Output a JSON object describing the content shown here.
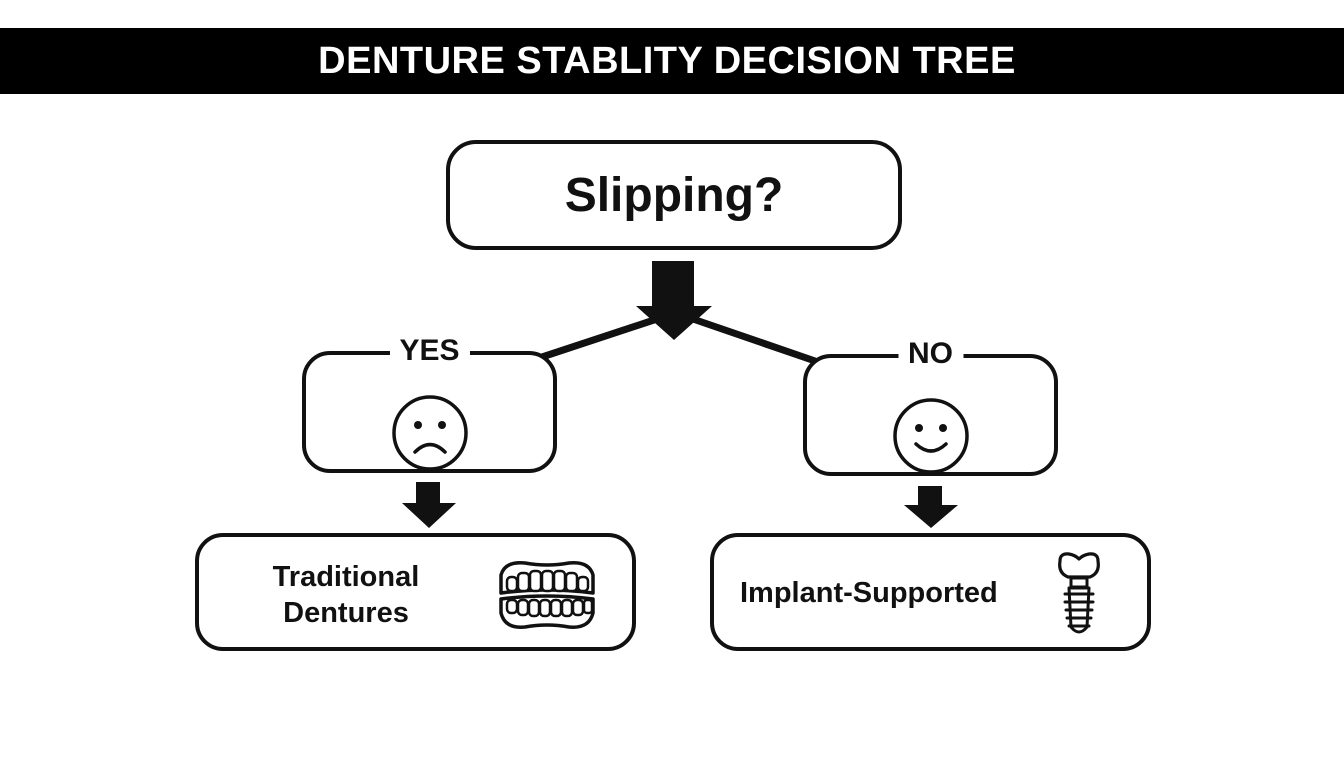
{
  "title": "DENTURE STABLITY DECISION TREE",
  "question": {
    "text": "Slipping?"
  },
  "branches": {
    "yes": {
      "label": "YES",
      "icon": "sad-face-icon"
    },
    "no": {
      "label": "NO",
      "icon": "happy-face-icon"
    }
  },
  "outcomes": {
    "traditional": {
      "line1": "Traditional",
      "line2": "Dentures",
      "icon": "dentures-icon"
    },
    "implant": {
      "text": "Implant-Supported",
      "icon": "dental-implant-icon"
    }
  },
  "colors": {
    "ink": "#111111",
    "background": "#ffffff",
    "title_bar": "#000000",
    "title_text": "#ffffff"
  }
}
